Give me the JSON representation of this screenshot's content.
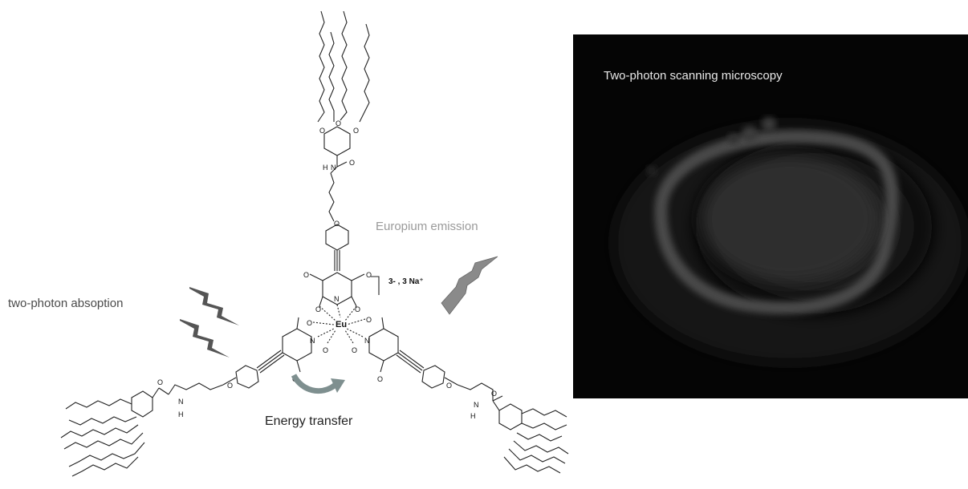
{
  "labels": {
    "absorption": "two-photon absoption",
    "emission": "Europium emission",
    "transfer": "Energy transfer",
    "microscopy": "Two-photon scanning microscopy",
    "charge": "3- , 3 Na⁺",
    "center_atom": "Eu",
    "amide_h": "H",
    "amide_n": "N",
    "pyridine_n": "N",
    "oxygen": "O"
  },
  "colors": {
    "bolt_dark": "#555555",
    "bolt_light": "#8a8a8a",
    "arrow": "#7e8f8f",
    "micro_bg": "#050505",
    "micro_text": "#e8e8e8",
    "emission_text": "#9a9a9a"
  },
  "icons": {
    "absorption": "lightning-bolt-icon",
    "emission": "lightning-bolt-icon",
    "transfer": "curved-arrow-icon"
  }
}
